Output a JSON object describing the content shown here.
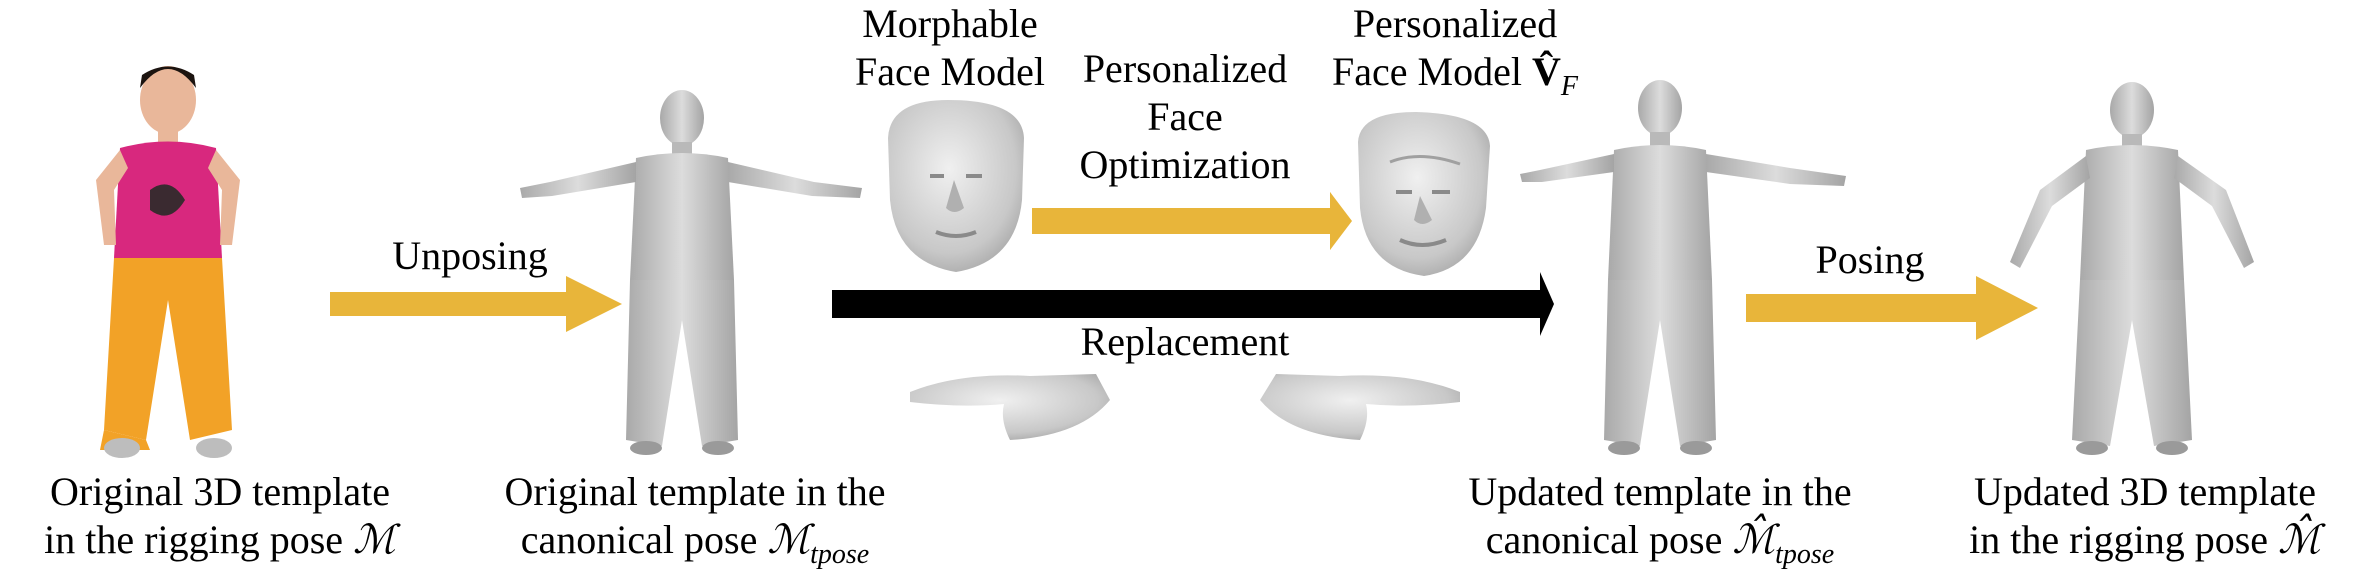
{
  "labels": {
    "morphable_title_1": "Morphable",
    "morphable_title_2": "Face Model",
    "personalized_opt_1": "Personalized",
    "personalized_opt_2": "Face",
    "personalized_opt_3": "Optimization",
    "personalized_model_1": "Personalized",
    "personalized_model_2": "Face Model",
    "personalized_model_symbol": "V̂",
    "personalized_model_sub": "F",
    "unposing": "Unposing",
    "replacement": "Replacement",
    "posing": "Posing",
    "cap1_line1": "Original 3D template",
    "cap1_line2": "in the rigging pose",
    "cap1_symbol": "ℳ",
    "cap2_line1": "Original template in the",
    "cap2_line2": "canonical pose",
    "cap2_symbol": "ℳ",
    "cap2_sub": "tpose",
    "cap3_line1": "Updated template in the",
    "cap3_line2": "canonical pose",
    "cap3_symbol": "ℳ̂",
    "cap3_sub": "tpose",
    "cap4_line1": "Updated 3D template",
    "cap4_line2": "in the rigging pose",
    "cap4_symbol": "ℳ̂"
  },
  "colors": {
    "arrow_yellow": "#E8B53A",
    "arrow_black": "#000000",
    "shirt": "#D8287E",
    "pants": "#F2A227",
    "skin": "#E9B79A",
    "mesh": "#C4C4C4",
    "mesh_dark": "#9A9A9A"
  }
}
